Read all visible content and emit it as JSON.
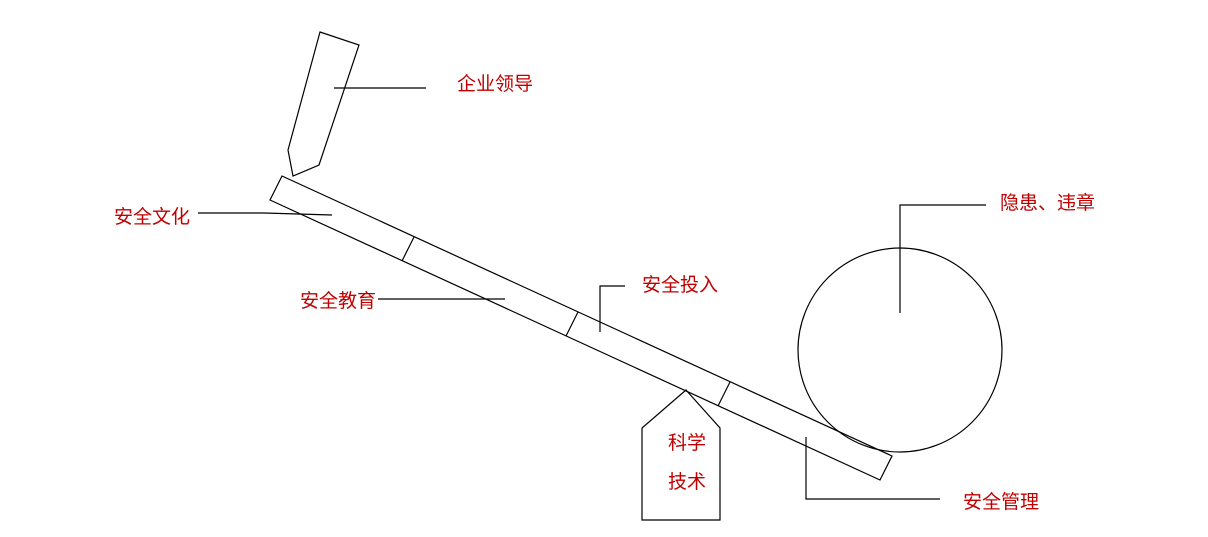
{
  "labels": {
    "leadership": "企业领导",
    "culture": "安全文化",
    "education": "安全教育",
    "investment": "安全投入",
    "hazards": "隐患、违章",
    "science_line1": "科学",
    "science_line2": "技术",
    "management": "安全管理"
  },
  "colors": {
    "label_text": "#c00000",
    "line": "#000000",
    "background": "#ffffff"
  }
}
